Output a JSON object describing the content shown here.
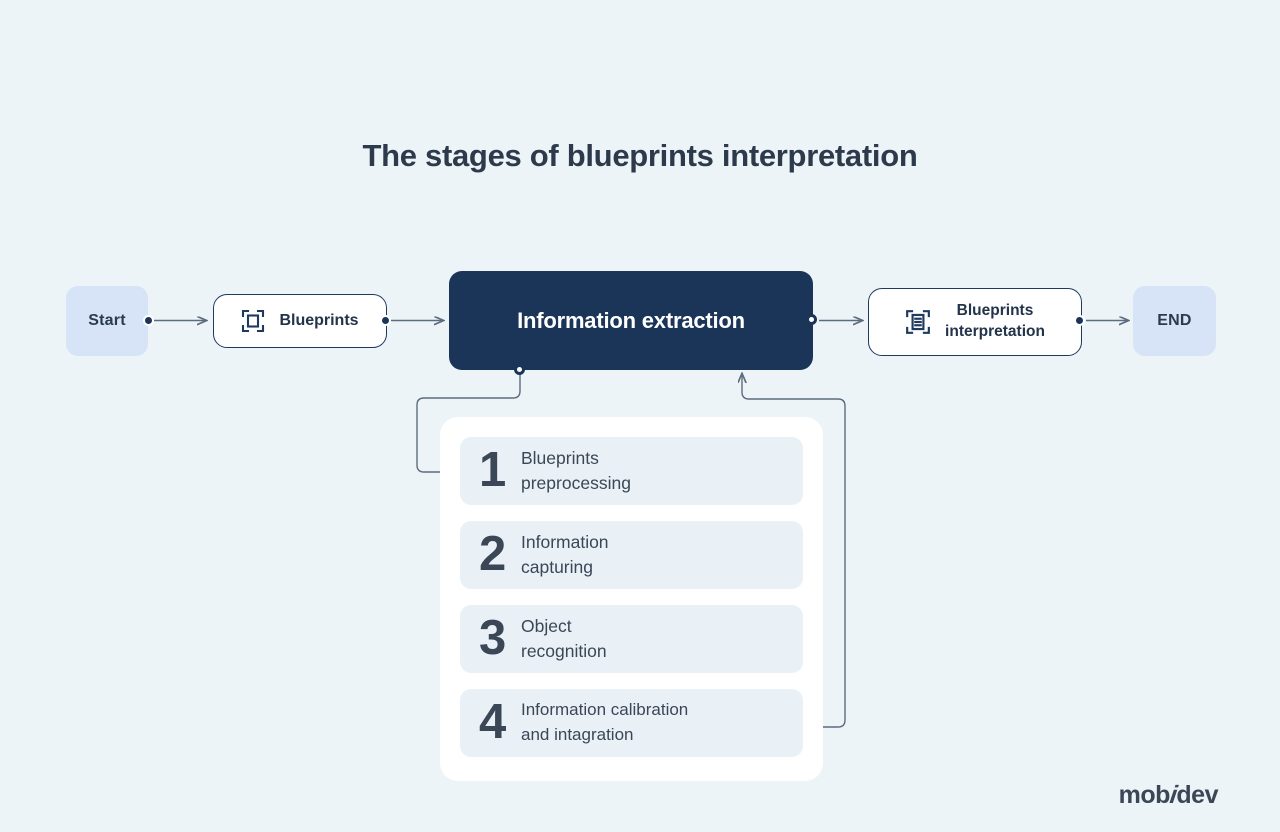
{
  "page": {
    "title": "The stages of blueprints interpretation",
    "background_color": "#edf4f8",
    "accent_dark": "#1b3558",
    "accent_light": "#d7e3f6",
    "text_color": "#3b4757"
  },
  "flow": {
    "start_label": "Start",
    "end_label": "END",
    "blueprints_card": {
      "label": "Blueprints",
      "icon": "scan-frame-icon"
    },
    "extraction_box": {
      "label": "Information extraction"
    },
    "interpretation_card": {
      "label": "Blueprints\ninterpretation",
      "icon": "scan-document-icon"
    }
  },
  "steps": [
    {
      "number": "1",
      "label": "Blueprints\npreprocessing"
    },
    {
      "number": "2",
      "label": "Information\ncapturing"
    },
    {
      "number": "3",
      "label": "Object\nrecognition"
    },
    {
      "number": "4",
      "label": "Information calibration\nand  intagration"
    }
  ],
  "logo": {
    "prefix": "mob",
    "accent": "i",
    "suffix": "dev"
  }
}
